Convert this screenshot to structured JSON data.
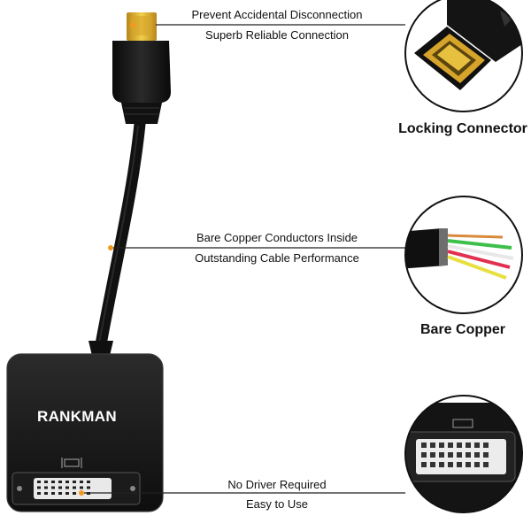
{
  "product": {
    "brand": "RANKMAN"
  },
  "features": [
    {
      "lines": [
        "Prevent Accidental Disconnection",
        "Superb Reliable Connection"
      ],
      "title": "Locking Connector",
      "icon": "displayport-plug-closeup"
    },
    {
      "lines": [
        "Bare Copper Conductors Inside",
        "Outstanding Cable Performance"
      ],
      "title": "Bare Copper",
      "icon": "copper-cable-cross-section"
    },
    {
      "lines": [
        "No Driver Required",
        "Easy to Use"
      ],
      "title": "",
      "icon": "dvi-port-closeup"
    }
  ],
  "colors": {
    "marker": "#f29a1e",
    "connector_gold": "#e8b82a",
    "body_black": "#141414",
    "line": "#222222"
  }
}
